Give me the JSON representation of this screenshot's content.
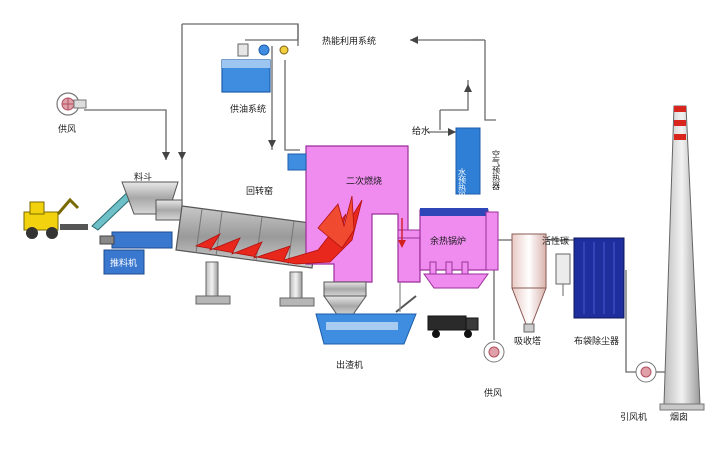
{
  "labels": {
    "fan_left": "供风",
    "oil_system": "供油系统",
    "heat_utilization": "热能利用系统",
    "hopper": "料斗",
    "rotary_kiln": "回转窑",
    "secondary_combustion": "二次燃烧",
    "feed_water": "给水",
    "economizer": "水预热器",
    "air_preheater": "空气预热器",
    "waste_heat_boiler": "余热锅炉",
    "activated_carbon": "活性碳",
    "pusher": "推料机",
    "slag_remover": "出渣机",
    "absorption_tower": "吸收塔",
    "bag_filter": "布袋除尘器",
    "fan_bottom": "供风",
    "induced_draft_fan": "引风机",
    "chimney": "烟囱"
  },
  "colors": {
    "kiln_chamber": "#f08cf0",
    "flame": "#e8281c",
    "water_blue": "#2f7fd6",
    "pipe": "#6a6a6a",
    "bag_filter": "#1e2e9c",
    "chimney_red": "#d8261c"
  }
}
